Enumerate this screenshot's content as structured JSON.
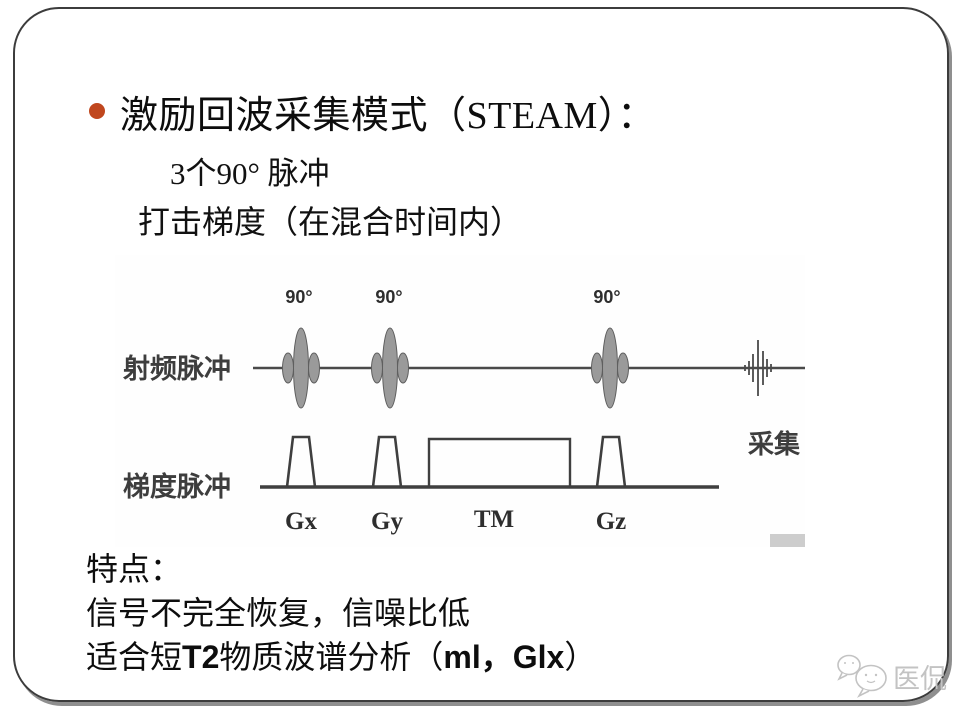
{
  "slide": {
    "title": "激励回波采集模式（STEAM）：",
    "bullet_color": "#C0471E",
    "subpoints": [
      "3个90° 脉冲",
      "打击梯度（在混合时间内）"
    ],
    "features": {
      "heading": "特点：",
      "line1": "信号不完全恢复，信噪比低",
      "line2_parts": {
        "a": "适合短",
        "b": "T2",
        "c": "物质波谱分析（",
        "d": "ml，Glx",
        "e": "）"
      }
    }
  },
  "diagram": {
    "type": "pulse-sequence",
    "rf_row_label": "射频脉冲",
    "gradient_row_label": "梯度脉冲",
    "rf_pulse_labels": [
      "90°",
      "90°",
      "90°"
    ],
    "gradient_labels": [
      "Gx",
      "Gy",
      "TM",
      "Gz"
    ],
    "acquisition_label": "采集",
    "colors": {
      "pulse_fill": "#9a9a9a",
      "pulse_stroke": "#5f5f5f",
      "line": "#4a4a4a",
      "baseline": "#3f3f3f"
    }
  },
  "watermark": {
    "brand": "医侃"
  }
}
